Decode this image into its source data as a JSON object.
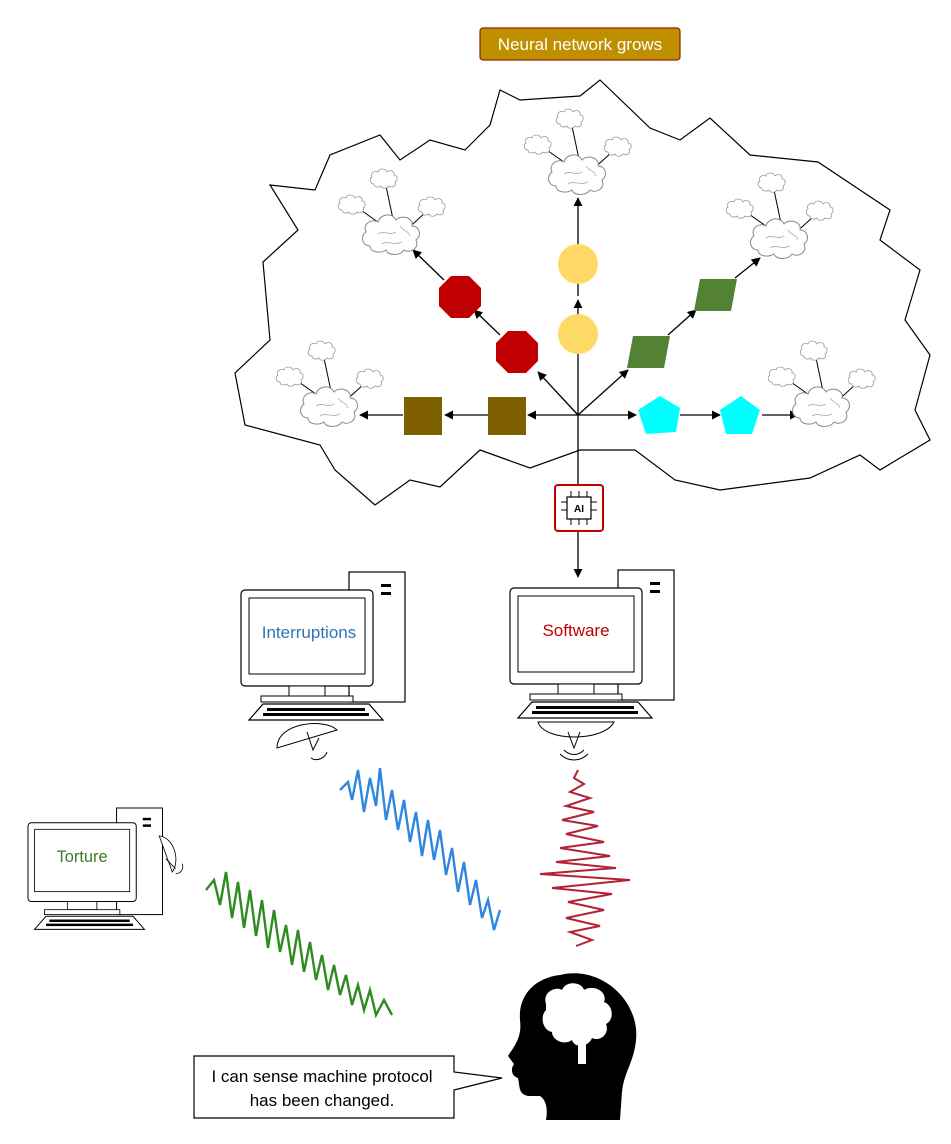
{
  "title_box": {
    "label": "Neural network grows",
    "fill": "#bf8f00",
    "stroke": "#8b2500",
    "text_color": "#ffffff"
  },
  "ai_chip": {
    "label": "AI",
    "stroke": "#c00000"
  },
  "computers": {
    "software": {
      "label": "Software",
      "color": "#c00000"
    },
    "interruptions": {
      "label": "Interruptions",
      "color": "#2e75b6"
    },
    "torture": {
      "label": "Torture",
      "color": "#3b7a2a"
    }
  },
  "nodes": {
    "square_color": "#7f6000",
    "octagon_color": "#c00000",
    "circle_color": "#ffd966",
    "parallelogram_color": "#548235",
    "pentagon_color": "#00ffff"
  },
  "waves": {
    "blue": "#2e86de",
    "red": "#b22234",
    "green": "#2e8b1f"
  },
  "speech_bubble": {
    "line1": "I can sense machine protocol",
    "line2": "has been changed."
  }
}
